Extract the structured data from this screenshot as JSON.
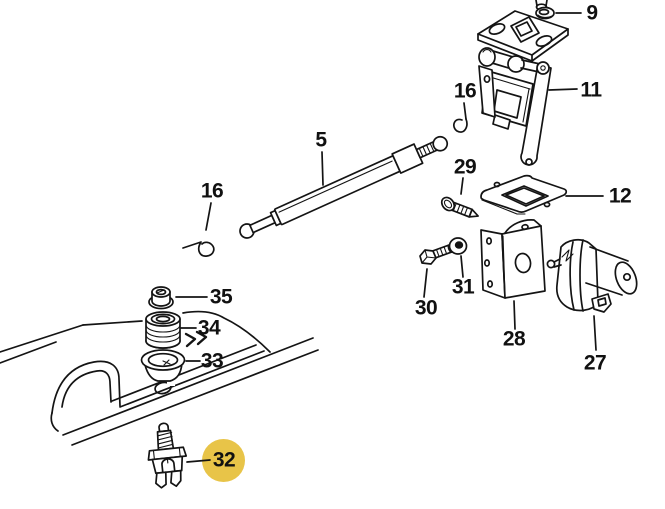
{
  "diagram": {
    "background": "#ffffff",
    "line_color": "#141414",
    "highlight": {
      "part": "32",
      "color": "#e8c448",
      "shape": "circle"
    },
    "callouts": {
      "c5": "5",
      "c9": "9",
      "c11": "11",
      "c12": "12",
      "c16a": "16",
      "c16b": "16",
      "c27": "27",
      "c28": "28",
      "c29": "29",
      "c30": "30",
      "c31": "31",
      "c32": "32",
      "c33": "33",
      "c34": "34",
      "c35": "35"
    },
    "chevron_glyph": "direction-chevrons"
  }
}
